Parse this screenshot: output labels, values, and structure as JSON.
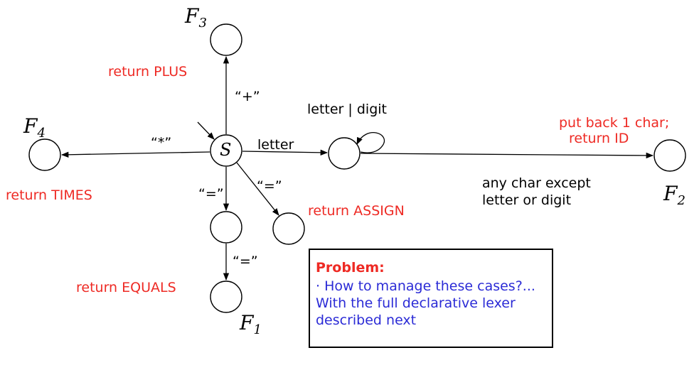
{
  "diagram": {
    "states": {
      "start": {
        "label": "S"
      },
      "f1": {
        "name": "F",
        "index": "1"
      },
      "f2": {
        "name": "F",
        "index": "2"
      },
      "f3": {
        "name": "F",
        "index": "3"
      },
      "f4": {
        "name": "F",
        "index": "4"
      }
    },
    "transitions": {
      "plus": "“+”",
      "times": "“*”",
      "letter": "letter",
      "loop": "letter | digit",
      "eq_down": "“=”",
      "eq_diag": "“=”",
      "eq_final": "“=”",
      "any": [
        "any char except",
        "letter or digit"
      ]
    },
    "actions": {
      "plus": "return  PLUS",
      "times": "return TIMES",
      "assign": "return ASSIGN",
      "equals": "return EQUALS",
      "id": [
        "put back 1 char;",
        "return ID"
      ]
    },
    "problem": {
      "heading": "Problem:",
      "lines": [
        "· How to manage these cases?...",
        "With the full declarative lexer",
        "described next"
      ]
    },
    "colors": {
      "action": "#ee2a24",
      "problem_text": "#2b2bd6",
      "stroke": "#000000"
    }
  }
}
